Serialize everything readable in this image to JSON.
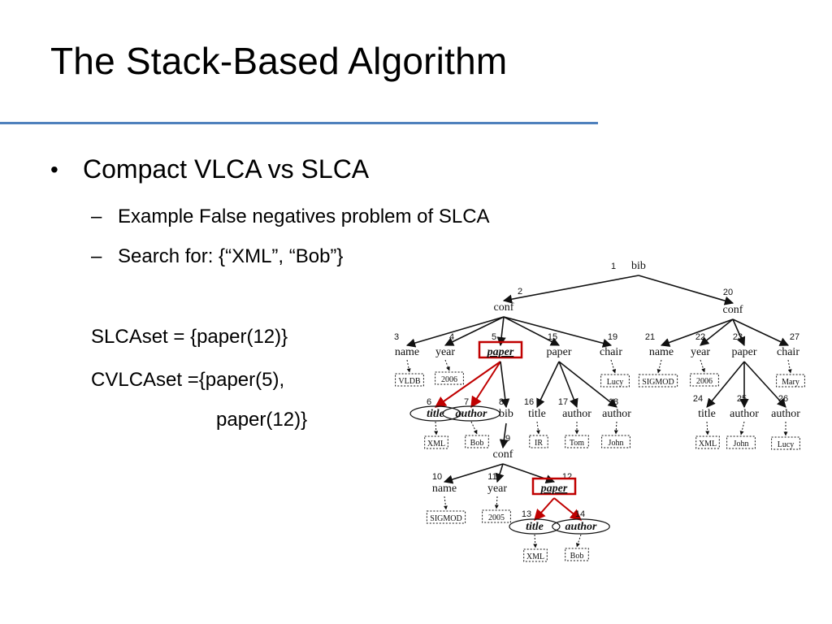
{
  "slide": {
    "title": "The Stack-Based Algorithm",
    "bullets": {
      "main": "Compact VLCA vs SLCA",
      "sub": [
        "Example False negatives problem of SLCA",
        "Search for: {“XML”, “Bob”}"
      ]
    },
    "slca_set": "SLCAset = {paper(12)}",
    "cvlca_set_line1": "CVLCAset ={paper(5),",
    "cvlca_set_line2": "paper(12)}",
    "colors": {
      "accent_rule": "#4f81bd",
      "highlight": "#c00000"
    }
  },
  "tree": {
    "nodes": [
      {
        "id": "n1",
        "num": "1",
        "label": "bib"
      },
      {
        "id": "n2",
        "num": "2",
        "label": "conf"
      },
      {
        "id": "n20",
        "num": "20",
        "label": "conf"
      },
      {
        "id": "n3",
        "num": "3",
        "label": "name",
        "value": "VLDB"
      },
      {
        "id": "n4",
        "num": "4",
        "label": "year",
        "value": "2006"
      },
      {
        "id": "n5",
        "num": "5",
        "label": "paper",
        "highlight": true
      },
      {
        "id": "n15",
        "num": "15",
        "label": "paper"
      },
      {
        "id": "n19",
        "num": "19",
        "label": "chair",
        "value": "Lucy"
      },
      {
        "id": "n6",
        "num": "6",
        "label": "title",
        "value": "XML",
        "emphasis": true
      },
      {
        "id": "n7",
        "num": "7",
        "label": "author",
        "value": "Bob",
        "emphasis": true
      },
      {
        "id": "n8",
        "num": "8",
        "label": "bib"
      },
      {
        "id": "n9",
        "num": "9",
        "label": "conf"
      },
      {
        "id": "n16",
        "num": "16",
        "label": "title",
        "value": "IR"
      },
      {
        "id": "n17",
        "num": "17",
        "label": "author",
        "value": "Tom"
      },
      {
        "id": "n18",
        "num": "18",
        "label": "author",
        "value": "John"
      },
      {
        "id": "n10",
        "num": "10",
        "label": "name",
        "value": "SIGMOD"
      },
      {
        "id": "n11",
        "num": "11",
        "label": "year",
        "value": "2005"
      },
      {
        "id": "n12",
        "num": "12",
        "label": "paper",
        "highlight": true
      },
      {
        "id": "n13",
        "num": "13",
        "label": "title",
        "value": "XML",
        "emphasis": true
      },
      {
        "id": "n14",
        "num": "14",
        "label": "author",
        "value": "Bob",
        "emphasis": true
      },
      {
        "id": "n21",
        "num": "21",
        "label": "name",
        "value": "SIGMOD"
      },
      {
        "id": "n22",
        "num": "22",
        "label": "year",
        "value": "2006"
      },
      {
        "id": "n23",
        "num": "23",
        "label": "paper"
      },
      {
        "id": "n27",
        "num": "27",
        "label": "chair",
        "value": "Mary"
      },
      {
        "id": "n24",
        "num": "24",
        "label": "title",
        "value": "XML"
      },
      {
        "id": "n25",
        "num": "25",
        "label": "author",
        "value": "John"
      },
      {
        "id": "n26",
        "num": "26",
        "label": "author",
        "value": "Lucy"
      }
    ]
  }
}
